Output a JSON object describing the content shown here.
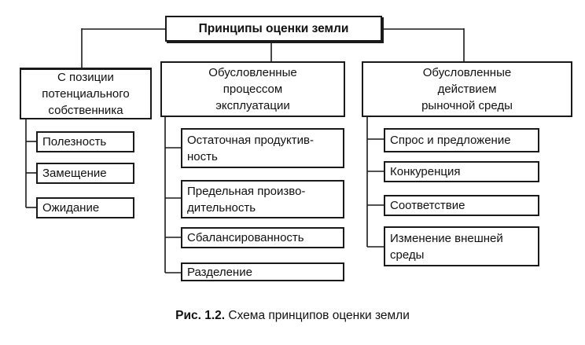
{
  "root": "Принципы оценки земли",
  "columns": [
    {
      "header": "С позиции\nпотенциального\nсобственника",
      "items": [
        "Полезность",
        "Замещение",
        "Ожидание"
      ]
    },
    {
      "header": "Обусловленные\nпроцессом\nэксплуатации",
      "items": [
        "Остаточная продуктив-\nность",
        "Предельная произво-\nдительность",
        "Сбалансированность",
        "Разделение"
      ]
    },
    {
      "header": "Обусловленные\nдействием\nрыночной среды",
      "items": [
        "Спрос  и предложение",
        "Конкуренция",
        "Соответствие",
        "Изменение внешней\nсреды"
      ]
    }
  ],
  "caption": {
    "label": "Рис. 1.2.",
    "text": " Схема принципов оценки земли"
  }
}
